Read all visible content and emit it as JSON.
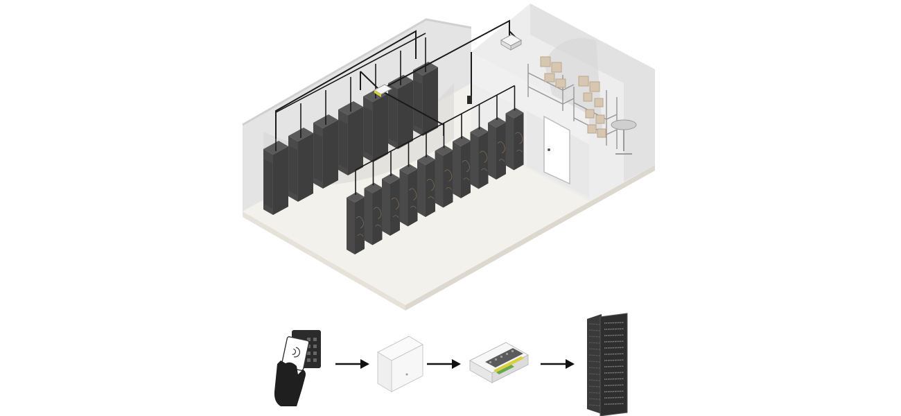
{
  "diagram": {
    "scene": "isometric-server-room",
    "flow_steps": [
      {
        "name": "card-reader-with-hand",
        "icon": "card-reader-icon"
      },
      {
        "name": "door-controller",
        "icon": "controller-box-icon"
      },
      {
        "name": "io-relay-module",
        "icon": "relay-module-icon"
      },
      {
        "name": "server-rack",
        "icon": "server-rack-icon"
      }
    ],
    "arrow_icon": "arrow-right-icon"
  },
  "colors": {
    "wall": "#e3e3e3",
    "wall_light": "#efefef",
    "floor": "#f3f1ec",
    "floor_edge": "#e6e2da",
    "rack_dark": "#3e3e3e",
    "rack_mid": "#4a4a4a",
    "rack_top": "#5a5a5a",
    "cable": "#1a1a1a",
    "box": "#d8c7b0",
    "accent_yellow": "#d9d13b",
    "accent_green": "#6aa84f"
  }
}
